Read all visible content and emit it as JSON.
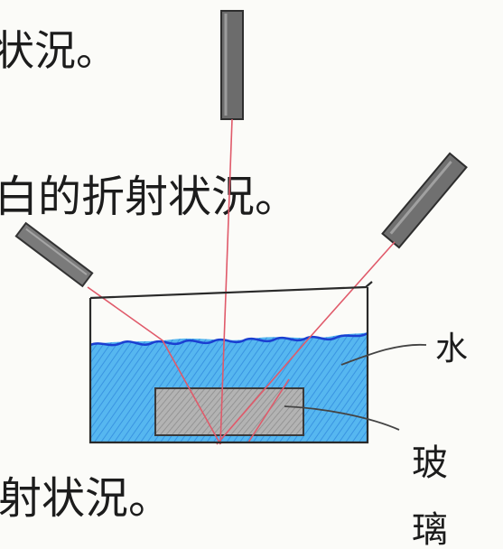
{
  "text_lines": [
    {
      "id": "line1",
      "text": "状況。"
    },
    {
      "id": "line2",
      "text": "白的折射状況。"
    },
    {
      "id": "line3",
      "text": "射状況。"
    }
  ],
  "labels": {
    "water": "水",
    "glass_1": "玻",
    "glass_2": "璃"
  },
  "colors": {
    "paper": "#fbfbf8",
    "water": "#3ea8ee",
    "water_surface": "#1b3fd1",
    "glass_block": "#a9a9a9",
    "laser_body": "#6f6f6f",
    "beam": "#e05a6a",
    "ink": "#1c1c1c"
  },
  "icons": [
    "laser-pointer-top",
    "laser-pointer-left",
    "laser-pointer-right",
    "beaker",
    "glass-block"
  ]
}
